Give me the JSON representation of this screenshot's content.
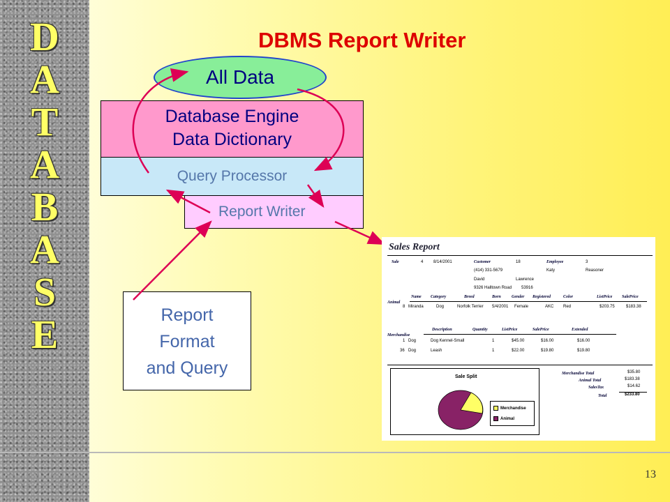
{
  "sidebar": {
    "letters": [
      "D",
      "A",
      "T",
      "A",
      "B",
      "A",
      "S",
      "E"
    ]
  },
  "slide": {
    "title": "DBMS Report Writer",
    "page_number": "13"
  },
  "diagram": {
    "all_data": "All Data",
    "engine_line1": "Database Engine",
    "engine_line2": "Data Dictionary",
    "query_processor": "Query Processor",
    "report_writer": "Report Writer",
    "format_line1": "Report",
    "format_line2": "Format",
    "format_line3": "and Query"
  },
  "colors": {
    "title": "#dd0000",
    "arrow": "#dd0055",
    "ellipse_fill": "#88ee99",
    "engine_fill": "#ff99cc",
    "query_fill": "#c8e8f8",
    "report_fill": "#ffccff"
  },
  "sales_report": {
    "title": "Sales Report",
    "sale_label": "Sale",
    "sale_id": "4",
    "sale_date": "8/14/2001",
    "customer_label": "Customer",
    "customer_id": "18",
    "customer_phone": "(414) 331-5679",
    "customer_first": "David",
    "customer_address": "9326 Halltown Road",
    "customer_last": "Lawrence",
    "customer_zip": "53916",
    "employee_label": "Employee",
    "employee_id": "3",
    "employee_first": "Katy",
    "employee_last": "Reasoner",
    "animal_label": "Animal",
    "animal_headers": [
      "Name",
      "Category",
      "Breed",
      "Born",
      "Gender",
      "Registered",
      "Color",
      "ListPrice",
      "SalePrice"
    ],
    "animal_row": [
      "8",
      "Miranda",
      "Dog",
      "Norfolk Terrier",
      "5/4/2001",
      "Female",
      "AKC",
      "Red",
      "$203.75",
      "$183.38"
    ],
    "merch_label": "Merchandise",
    "merch_headers": [
      "Description",
      "Quantity",
      "ListPrice",
      "SalePrice",
      "Extended"
    ],
    "merch_rows": [
      [
        "1",
        "Dog",
        "Dog Kennel-Small",
        "1",
        "$45.00",
        "$16.00",
        "$16.00"
      ],
      [
        "36",
        "Dog",
        "Leash",
        "1",
        "$22.00",
        "$19.80",
        "$19.80"
      ]
    ],
    "totals": [
      {
        "label": "Merchandise Total",
        "value": "$35.80"
      },
      {
        "label": "Animal Total",
        "value": "$183.38"
      },
      {
        "label": "SalesTax",
        "value": "$14.62"
      },
      {
        "label": "Total",
        "value": "$233.80"
      }
    ],
    "pie_title": "Sale Split",
    "legend_merch": "Merchandise",
    "legend_animal": "Animal",
    "pie_colors": {
      "merchandise": "#ffff66",
      "animal": "#882266"
    }
  }
}
